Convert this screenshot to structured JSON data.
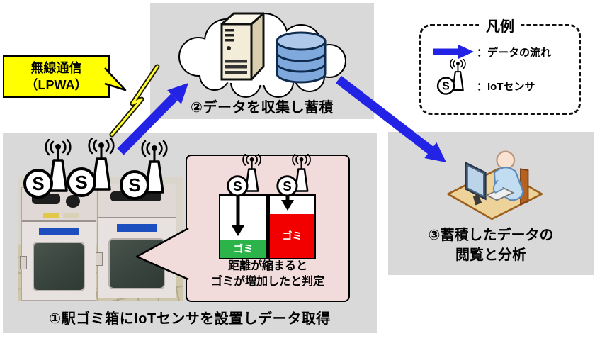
{
  "wireless_bubble": {
    "line1": "無線通信",
    "line2": "（LPWA）"
  },
  "cloud_box": {
    "label": "②データを収集し蓄積"
  },
  "legend": {
    "title": "凡例",
    "flow_label": "：データの流れ",
    "sensor_label": "：IoTセンサ"
  },
  "station_box": {
    "caption": "①駅ゴミ箱にIoTセンサを設置しデータ取得"
  },
  "callout": {
    "line1": "距離が縮まると",
    "line2": "ゴミが増加したと判定",
    "low_bin_label": "ゴミ",
    "high_bin_label": "ゴミ"
  },
  "analysis_box": {
    "line1": "③蓄積したデータの",
    "line2": "閲覧と分析"
  },
  "sensor": {
    "letter": "S"
  },
  "colors": {
    "box_gray": "#D9D9D9",
    "arrow_blue": "#2323E5",
    "bubble_yellow": "#FFFF00",
    "callout_pink": "#F2DCDB",
    "trash_low_green": "#2CB34A",
    "trash_high_red": "#F20000"
  }
}
